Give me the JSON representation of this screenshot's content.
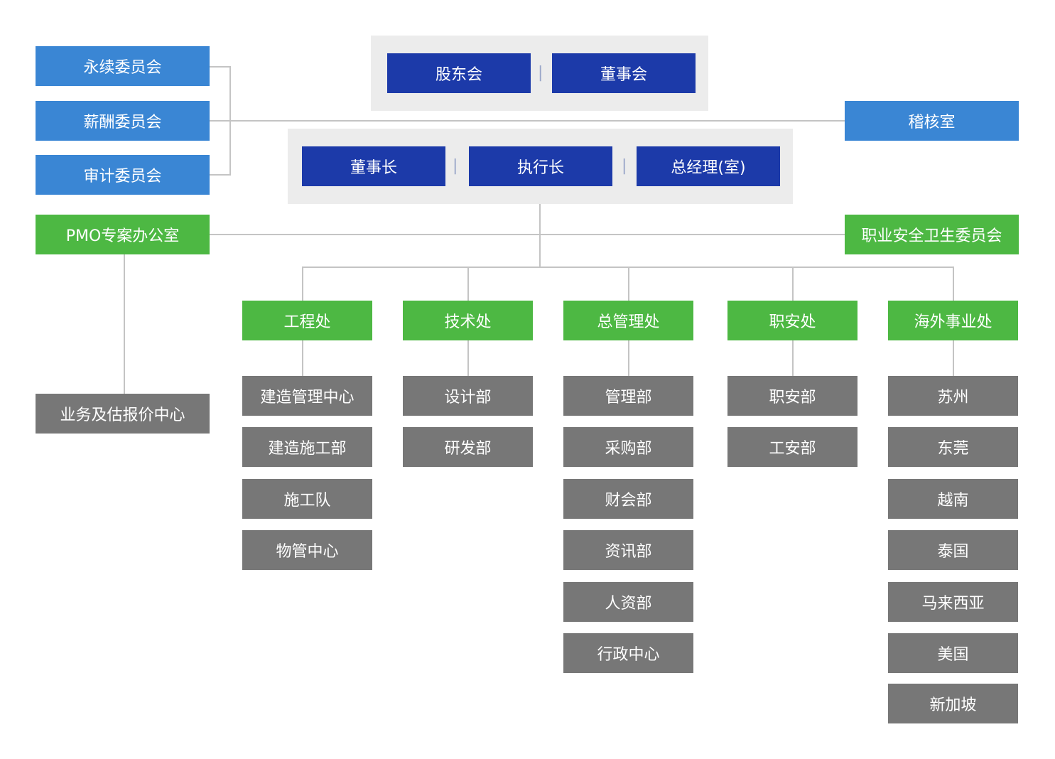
{
  "board": {
    "shareholders": "股东会",
    "directors": "董事会",
    "separator": "|"
  },
  "executive": {
    "chairman": "董事长",
    "ceo": "执行长",
    "gm": "总经理(室)",
    "separator": "|"
  },
  "committees": [
    "永续委员会",
    "薪酬委员会",
    "审计委员会"
  ],
  "audit_room": "稽核室",
  "pmo": "PMO专案办公室",
  "pmo_child": "业务及估报价中心",
  "osh_committee": "职业安全卫生委员会",
  "divisions": [
    {
      "name": "工程处",
      "units": [
        "建造管理中心",
        "建造施工部",
        "施工队",
        "物管中心"
      ]
    },
    {
      "name": "技术处",
      "units": [
        "设计部",
        "研发部"
      ]
    },
    {
      "name": "总管理处",
      "units": [
        "管理部",
        "采购部",
        "财会部",
        "资讯部",
        "人资部",
        "行政中心"
      ]
    },
    {
      "name": "职安处",
      "units": [
        "职安部",
        "工安部"
      ]
    },
    {
      "name": "海外事业处",
      "units": [
        "苏州",
        "东莞",
        "越南",
        "泰国",
        "马来西亚",
        "美国",
        "新加坡"
      ]
    }
  ],
  "colors": {
    "navy": "#1c3aa9",
    "blue": "#3a86d4",
    "green": "#4db843",
    "gray": "#777777",
    "panel": "#ececec",
    "connector": "#c4c4c4"
  }
}
